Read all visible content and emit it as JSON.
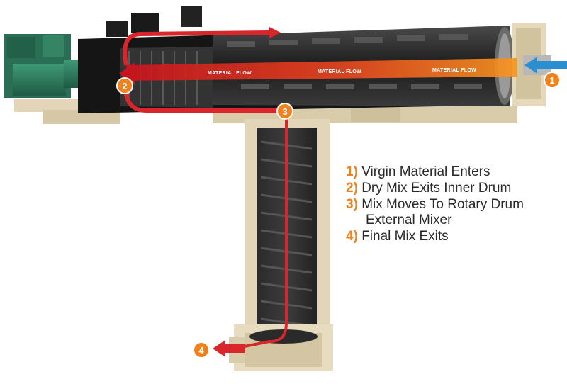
{
  "diagram": {
    "flow_labels": [
      "MATERIAL FLOW",
      "MATERIAL FLOW",
      "MATERIAL FLOW"
    ],
    "markers": [
      "1",
      "2",
      "3",
      "4"
    ]
  },
  "legend": {
    "items": [
      {
        "num": "1)",
        "text": "Virgin Material Enters"
      },
      {
        "num": "2)",
        "text": "Dry Mix Exits Inner Drum"
      },
      {
        "num": "3)",
        "text": "Mix Moves To Rotary Drum",
        "cont": "External Mixer"
      },
      {
        "num": "4)",
        "text": "Final Mix Exits"
      }
    ]
  },
  "colors": {
    "accent": "#f0821e",
    "flow_arrow": "#d8262a",
    "feed_arrow": "#2a8fd0",
    "drum": "#2b2b2b",
    "frame": "#e8dcc0",
    "burner": "#2f7a5e"
  },
  "icons": [
    "flow-arrow-icon",
    "entry-arrow-icon",
    "exit-arrow-icon"
  ]
}
